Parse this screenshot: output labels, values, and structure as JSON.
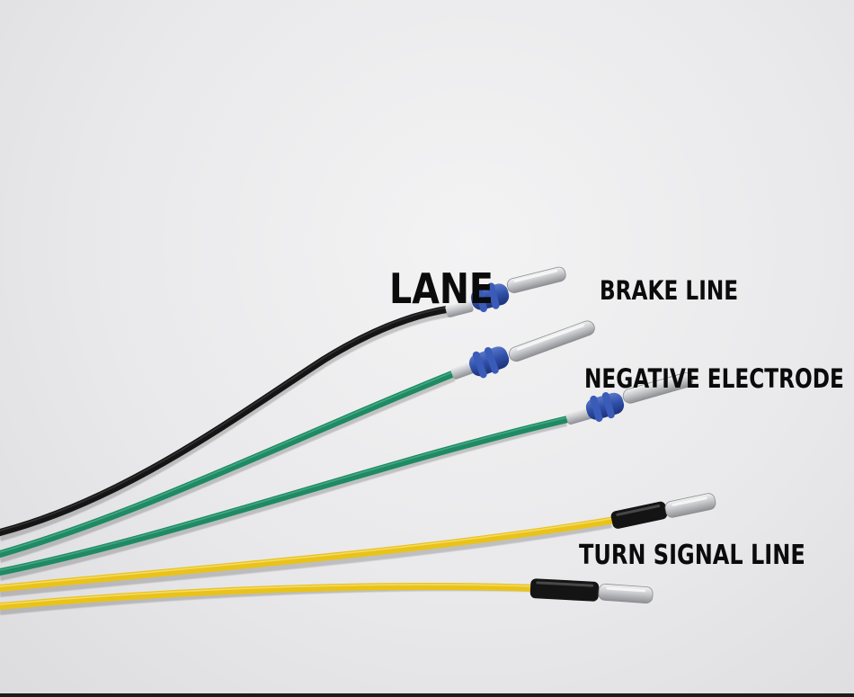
{
  "photo": {
    "labels": {
      "lane": "LANE",
      "brake": "BRAKE LINE",
      "negative": "NEGATIVE ELECTRODE",
      "turn": "TURN SIGNAL LINE"
    },
    "colors": {
      "black_wire": "#151515",
      "green_wire": "#1f8a64",
      "yellow_wire": "#e9c31a",
      "seal_blue": "#2f4fa8",
      "heat_shrink": "#141414",
      "pin_metal": "#d7d8da"
    }
  }
}
